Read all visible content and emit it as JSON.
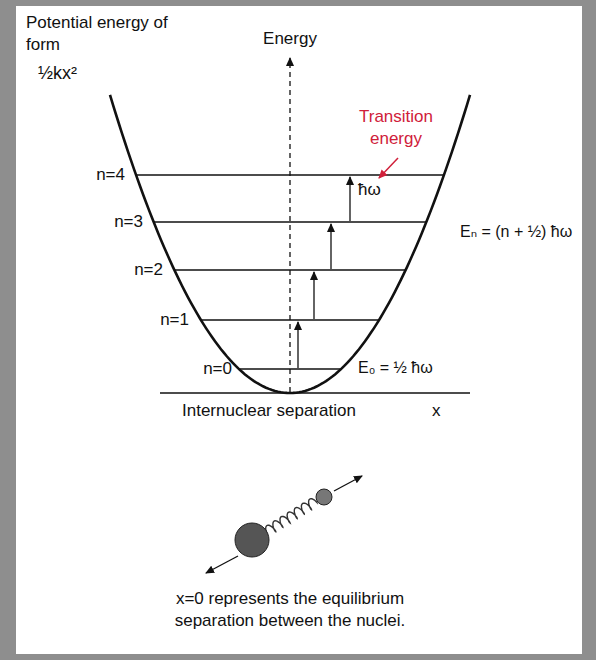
{
  "diagram": {
    "labels": [
      "Potential energy of form",
      "½kx²",
      "Energy",
      "Transition energy",
      "ħω",
      "n=4",
      "n=3",
      "n=2",
      "n=1",
      "n=0",
      "Eₙ = (n + ½) ħω",
      "E₀ = ½ ħω",
      "Internuclear separation",
      "x",
      "x=0 represents the equilibrium separation between the nuclei."
    ]
  }
}
